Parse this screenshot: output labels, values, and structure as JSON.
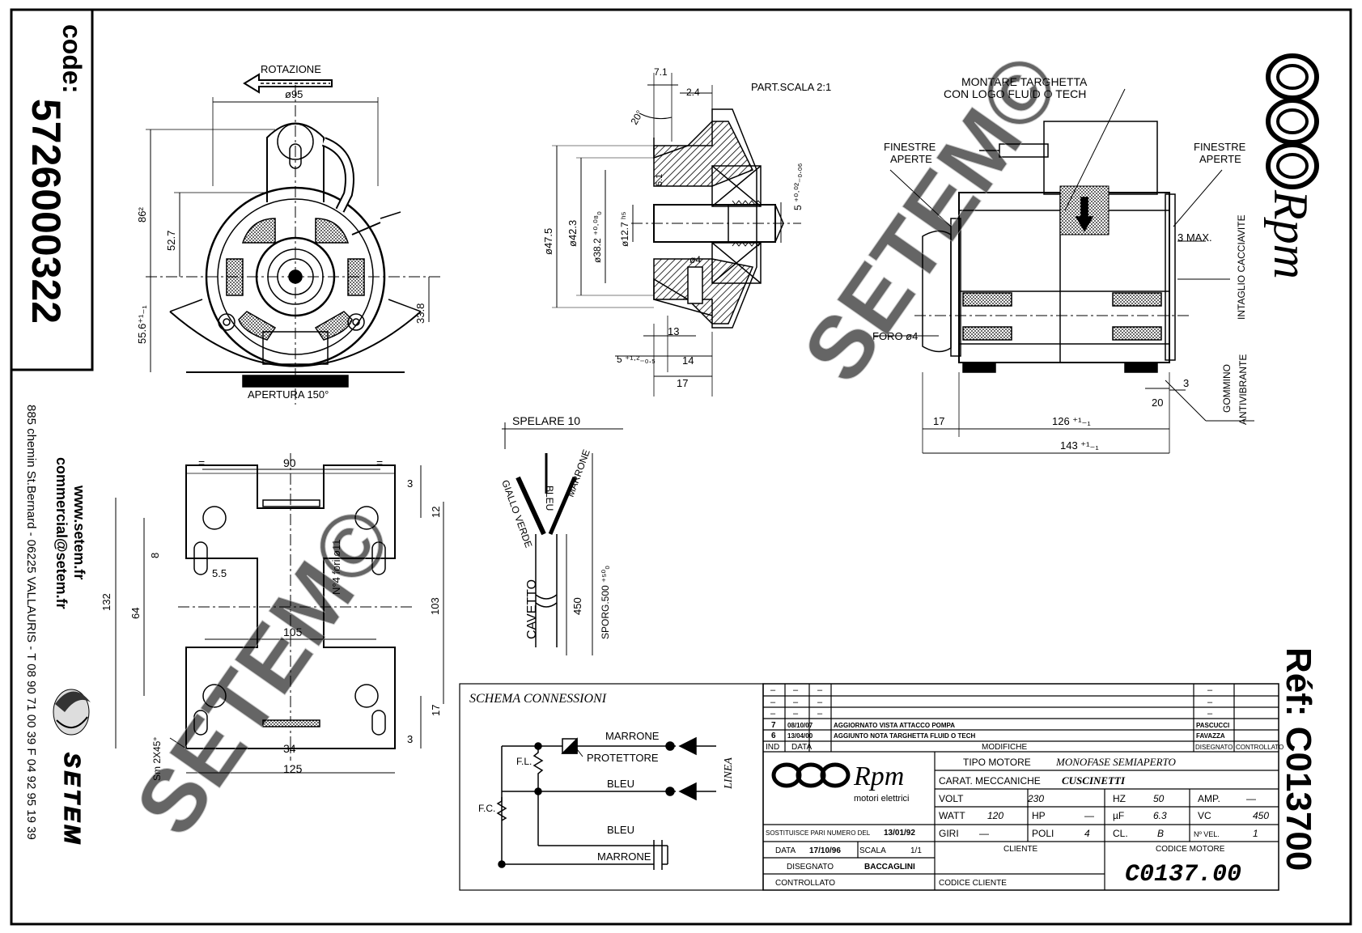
{
  "sidebar": {
    "code_label": "code:",
    "code_value": "5726000322",
    "website": "www.setem.fr",
    "email": "commercial@setem.fr",
    "address": "885 chemin St.Bernard  -  06225 VALLAURIS  -  T 08 90 71 00 39  F 04 92 95 19 39",
    "setem_logo_text": "SETEM"
  },
  "right_margin": {
    "rpm_logo": "Rpm",
    "ref": "Réf: C013700"
  },
  "watermark": "SETEM©",
  "front_view": {
    "rotation_label": "ROTAZIONE",
    "opening_label": "APERTURA 150°",
    "dims": {
      "d95": "ø95",
      "d86": "86²",
      "d52_7": "52.7",
      "d55_6": "55.6⁺¹₋₁",
      "d33_8": "33.8"
    }
  },
  "detail_view": {
    "scale_label": "PART.SCALA 2:1",
    "dims": {
      "d7_1": "7.1",
      "d2_4": "2.4",
      "d20deg": "20°",
      "d5_1": "5.1",
      "d47_5": "ø47.5",
      "d42_3": "ø42.3",
      "d38_2": "ø38.2 ⁺⁰·⁰⁸₀",
      "d12_7": "ø12.7 ʰ⁵",
      "d5_tol": "5 ⁺⁰·⁰²₋₀.₀₆",
      "d4": "ø4",
      "d13": "13",
      "d14": "14",
      "d17": "17",
      "d5_bottom": "5 ⁺¹·²₋₀.₅"
    }
  },
  "side_view": {
    "plate_label": "MONTARE TARGHETTA",
    "plate_label_2": "CON LOGO FLUID O TECH",
    "windows_left": "FINESTRE",
    "windows_left_2": "APERTE",
    "windows_right": "FINESTRE",
    "windows_right_2": "APERTE",
    "max_label": "3 MAX.",
    "slot_label": "INTAGLIO CACCIAVITE",
    "hole_label": "FORO ø4",
    "rubber_label": "GOMMINO",
    "rubber_label_2": "ANTIVIBRANTE",
    "dims": {
      "d3": "3",
      "d20": "20",
      "d17": "17",
      "d126": "126 ⁺¹₋₁",
      "d143": "143 ⁺¹₋₁"
    }
  },
  "base_view": {
    "dims": {
      "d90": "90",
      "eq": "=",
      "d3a": "3",
      "d12": "12",
      "d8": "8",
      "d5_5": "5.5",
      "holes": "N°4 fori ø11",
      "d132": "132",
      "d64": "64",
      "d103": "103",
      "d105": "105",
      "d17": "17",
      "d3b": "3",
      "d34": "34",
      "d125": "125",
      "chamfer": "Sm 2X45°"
    }
  },
  "cable": {
    "strip": "SPELARE 10",
    "wire_1": "GIALLO VERDE",
    "wire_2": "BLEU",
    "wire_3": "MARRONE",
    "cable_label": "CAVETTO",
    "d450": "450",
    "sporg": "SPORG.500 ⁺⁵⁰₀"
  },
  "schema": {
    "title": "SCHEMA CONNESSIONI",
    "marrone_top": "MARRONE",
    "protettore": "PROTETTORE",
    "fl": "F.L.",
    "fc": "F.C.",
    "bleu_1": "BLEU",
    "bleu_2": "BLEU",
    "marrone_bottom": "MARRONE",
    "linea": "LINEA"
  },
  "title_block": {
    "revisions": [
      {
        "n": "7",
        "date": "08/10/07",
        "desc": "AGGIORNATO VISTA ATTACCO POMPA",
        "drawn": "PASCUCCI",
        "checked": ""
      },
      {
        "n": "6",
        "date": "13/04/00",
        "desc": "AGGIUNTO NOTA TARGHETTA FLUID O TECH",
        "drawn": "FAVAZZA",
        "checked": ""
      }
    ],
    "header": {
      "ind": "IND",
      "data": "DATA",
      "modifiche": "MODIFICHE",
      "disegnato": "DISEGNATO",
      "controllato": "CONTROLLATO"
    },
    "logo_text": "Rpm",
    "logo_sub": "motori elettrici",
    "tipo_label": "TIPO MOTORE",
    "tipo_value": "MONOFASE SEMIAPERTO",
    "carat_label": "CARAT. MECCANICHE",
    "carat_value": "CUSCINETTI",
    "volt_label": "VOLT",
    "volt_value": "230",
    "hz_label": "HZ",
    "hz_value": "50",
    "amp_label": "AMP.",
    "amp_value": "—",
    "watt_label": "WATT",
    "watt_value": "120",
    "hp_label": "HP",
    "hp_value": "—",
    "uf_label": "µF",
    "uf_value": "6.3",
    "vc_label": "VC",
    "vc_value": "450",
    "giri_label": "GIRI",
    "giri_value": "—",
    "poli_label": "POLI",
    "poli_value": "4",
    "cl_label": "CL.",
    "cl_value": "B",
    "nvel_label": "Nº VEL.",
    "nvel_value": "1",
    "sostituisce": "SOSTITUISCE PARI NUMERO DEL",
    "sostituisce_date": "13/01/92",
    "data_label": "DATA",
    "data_value": "17/10/96",
    "scala_label": "SCALA",
    "scala_value": "1/1",
    "disegnato_label": "DISEGNATO",
    "disegnato_value": "BACCAGLINI",
    "controllato_label": "CONTROLLATO",
    "cliente_label": "CLIENTE",
    "codice_cliente_label": "CODICE CLIENTE",
    "codice_motore_label": "CODICE MOTORE",
    "codice_motore_value": "C0137.00"
  }
}
